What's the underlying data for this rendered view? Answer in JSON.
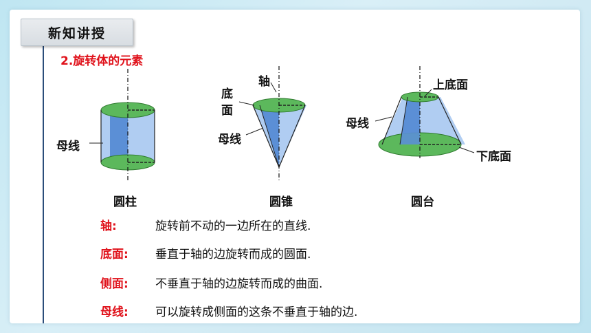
{
  "header": {
    "title": "新知讲授"
  },
  "section": {
    "subtitle": "2.旋转体的元素"
  },
  "figures": {
    "cylinder": {
      "caption": "圆柱",
      "label_generatrix": "母线"
    },
    "cone": {
      "caption": "圆锥",
      "label_axis": "轴",
      "label_base_line1": "底",
      "label_base_line2": "面",
      "label_generatrix": "母线"
    },
    "frustum": {
      "caption": "圆台",
      "label_top_base": "上底面",
      "label_bottom_base": "下底面",
      "label_generatrix": "母线"
    }
  },
  "definitions": [
    {
      "term": "轴:",
      "text": "旋转前不动的一边所在的直线."
    },
    {
      "term": "底面:",
      "text": "垂直于轴的边旋转而成的圆面."
    },
    {
      "term": "侧面:",
      "text": "不垂直于轴的边旋转而成的曲面."
    },
    {
      "term": "母线:",
      "text": "可以旋转成侧面的这条不垂直于轴的边."
    }
  ],
  "colors": {
    "accent_red": "#e0121b",
    "base_green": "#5cb85c",
    "section_blue": "#5b8fd6",
    "surface_blue": "#a8c6ef"
  }
}
